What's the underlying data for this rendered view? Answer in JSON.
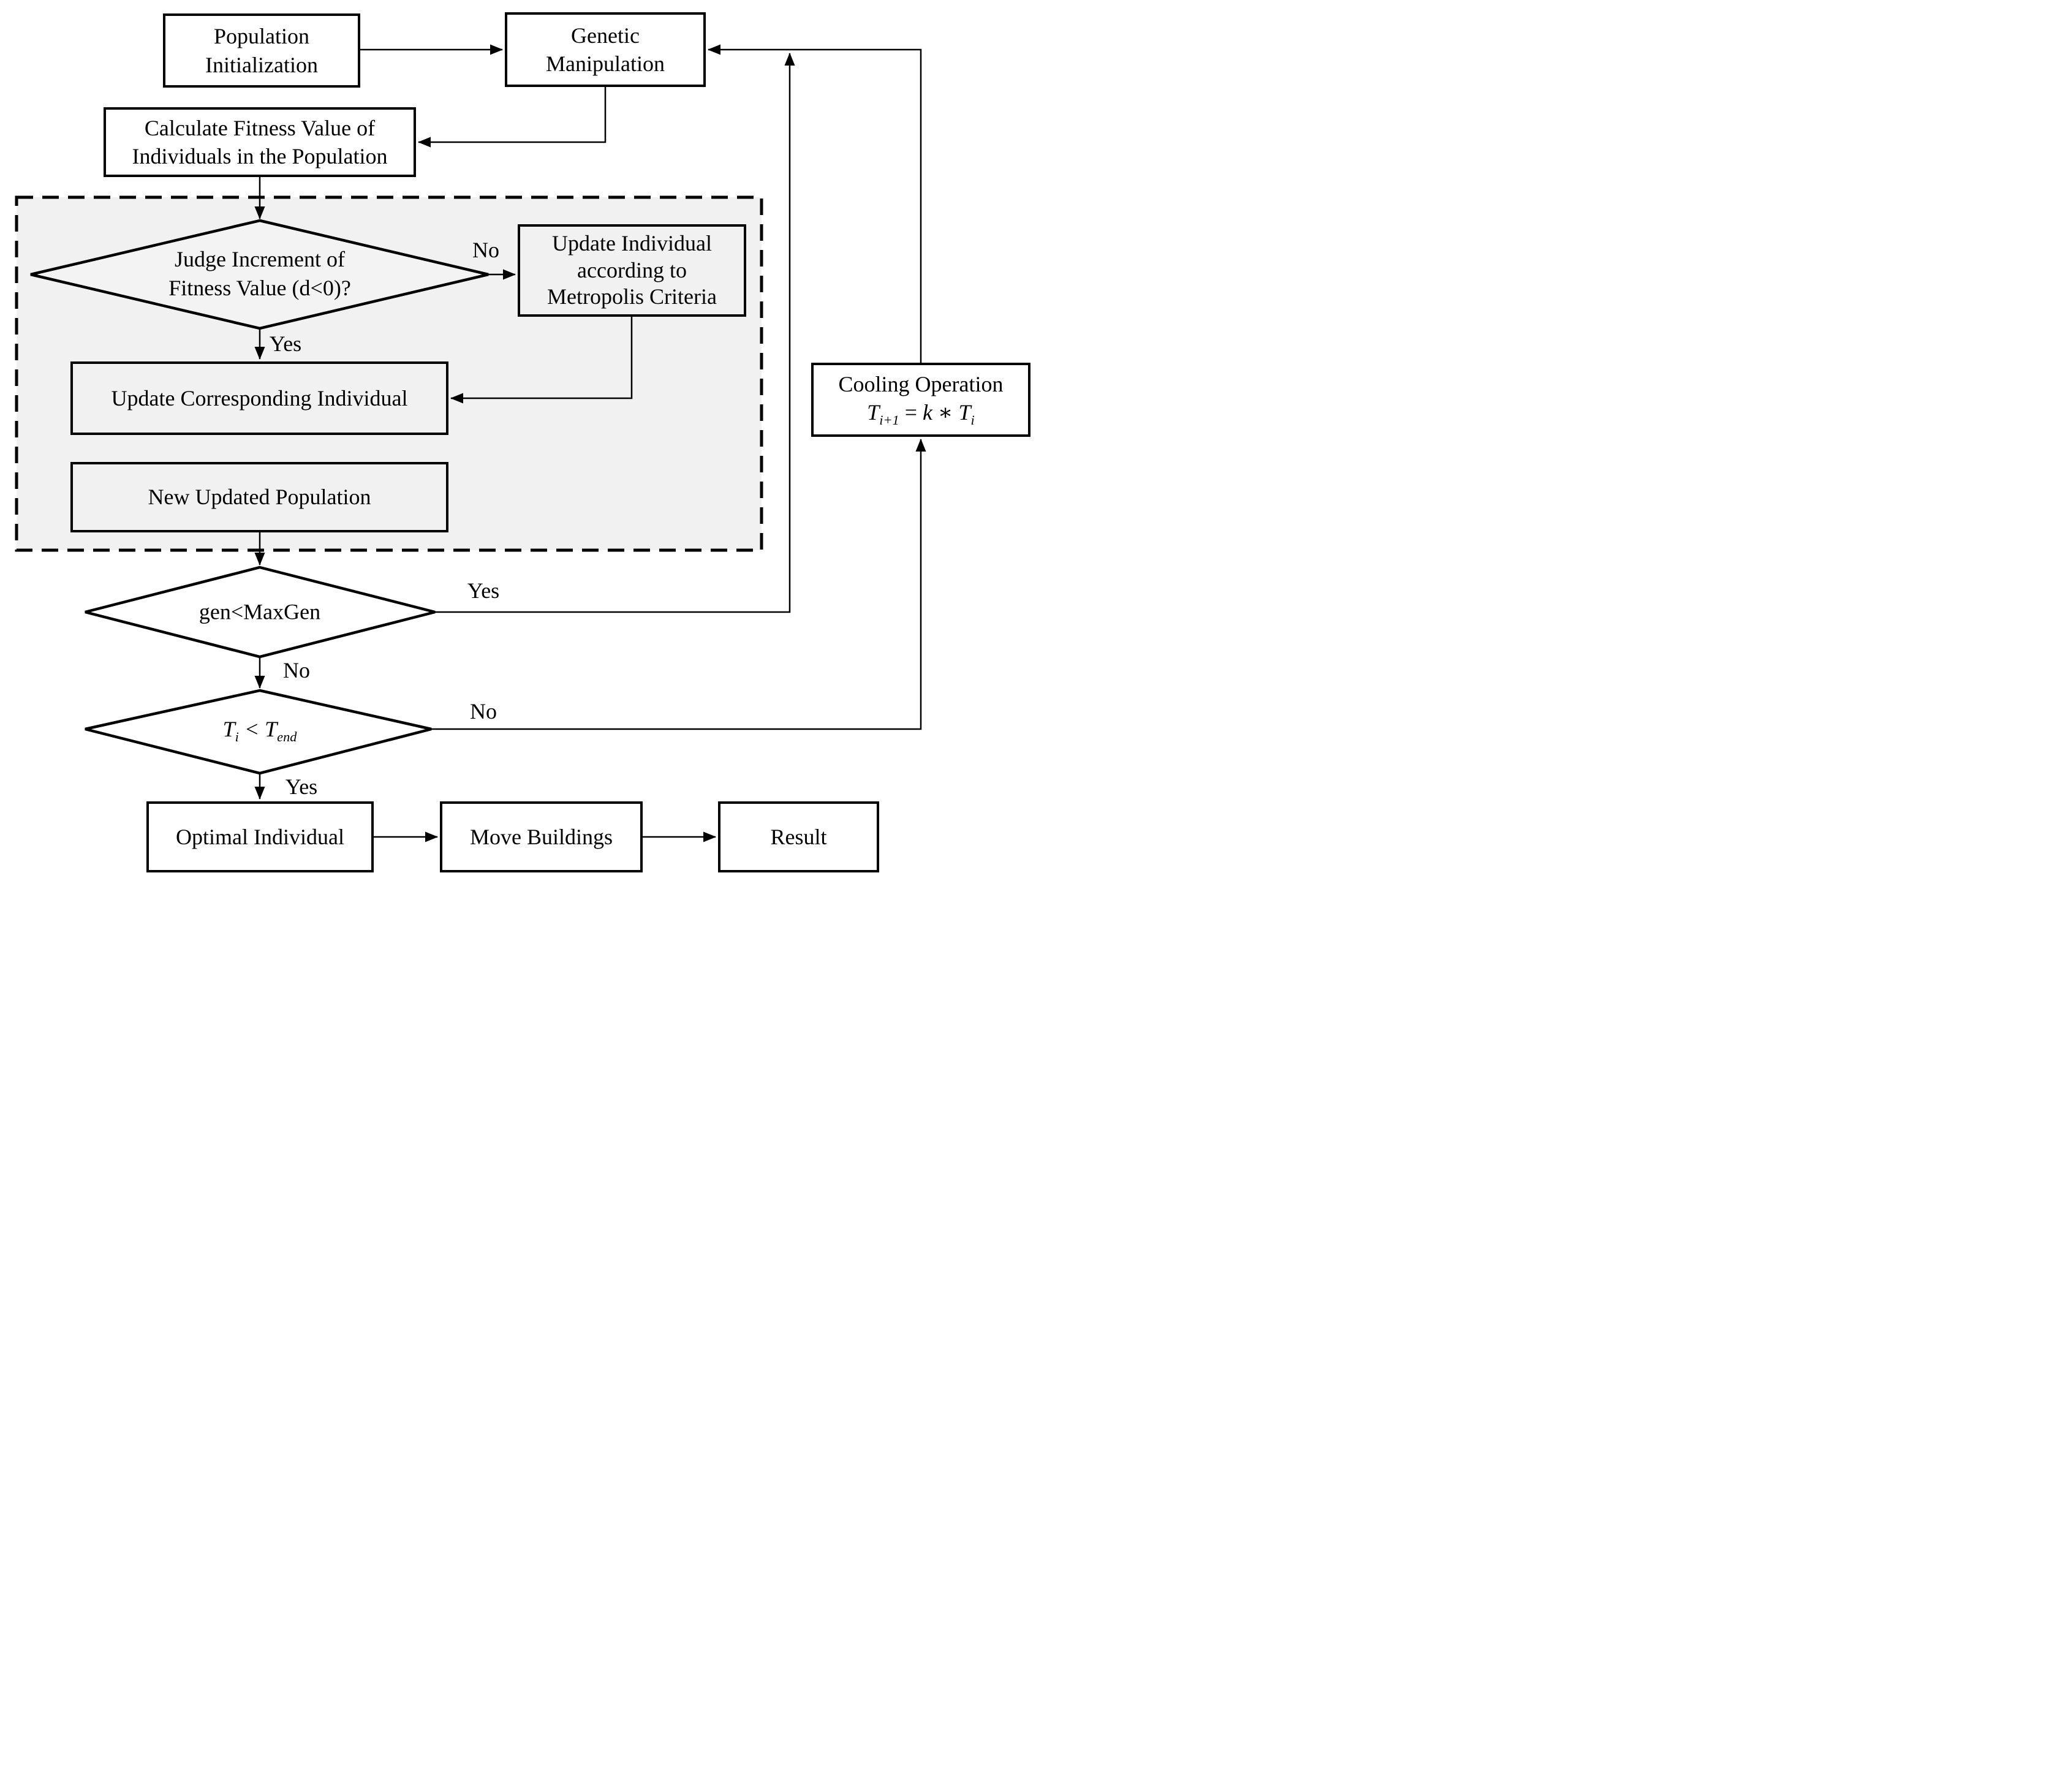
{
  "diagram": {
    "colors": {
      "stroke": "#000000",
      "region_fill": "#f1f1f1",
      "node_fill": "#ffffff",
      "background": "#ffffff"
    },
    "nodes": {
      "population_initialization": {
        "line1": "Population",
        "line2": "Initialization"
      },
      "genetic_manipulation": {
        "line1": "Genetic",
        "line2": "Manipulation"
      },
      "calculate_fitness": {
        "line1": "Calculate Fitness Value of",
        "line2": "Individuals in the Population"
      },
      "judge_increment": {
        "line1": "Judge Increment of",
        "line2": "Fitness Value (d<0)?"
      },
      "update_metropolis": {
        "line1": "Update Individual",
        "line2": "according to",
        "line3": "Metropolis Criteria"
      },
      "update_corresponding": {
        "label": "Update Corresponding Individual"
      },
      "new_updated_population": {
        "label": "New Updated Population"
      },
      "gen_maxgen": {
        "label": "gen<MaxGen"
      },
      "temperature_check": {
        "t1": "T",
        "sub1": "i",
        "op": " < ",
        "t2": "T",
        "sub2": "end"
      },
      "cooling_operation": {
        "line1": "Cooling Operation",
        "t1": "T",
        "sub1": "i+1",
        "eq": " = ",
        "k": "k",
        "ast": " ∗ ",
        "t2": "T",
        "sub2": "i"
      },
      "optimal_individual": {
        "label": "Optimal Individual"
      },
      "move_buildings": {
        "label": "Move Buildings"
      },
      "result": {
        "label": "Result"
      }
    },
    "edge_labels": {
      "judge_no": "No",
      "judge_yes": "Yes",
      "gen_yes": "Yes",
      "gen_no": "No",
      "temp_no": "No",
      "temp_yes": "Yes"
    }
  }
}
